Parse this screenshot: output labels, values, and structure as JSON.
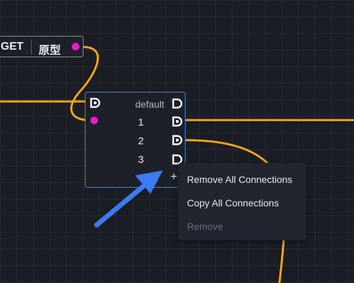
{
  "source_node": {
    "method": "GET",
    "name": "原型"
  },
  "switch_node": {
    "cases": {
      "default": "default",
      "c1": "1",
      "c2": "2",
      "c3": "3"
    },
    "add_pin": "+"
  },
  "context_menu": {
    "items": [
      {
        "label": "Remove All Connections",
        "enabled": true
      },
      {
        "label": "Copy All Connections",
        "enabled": true
      },
      {
        "label": "Remove",
        "enabled": false
      }
    ]
  },
  "colors": {
    "wire": "#f6a51d",
    "data_pin": "#e21ccf",
    "node_selected_border": "#4c8ad0",
    "arrow": "#3d7bf2"
  },
  "icons": {
    "exec_pin": "exec-pin-icon",
    "add": "plus-icon",
    "pointer": "arrow-pointer-icon"
  }
}
